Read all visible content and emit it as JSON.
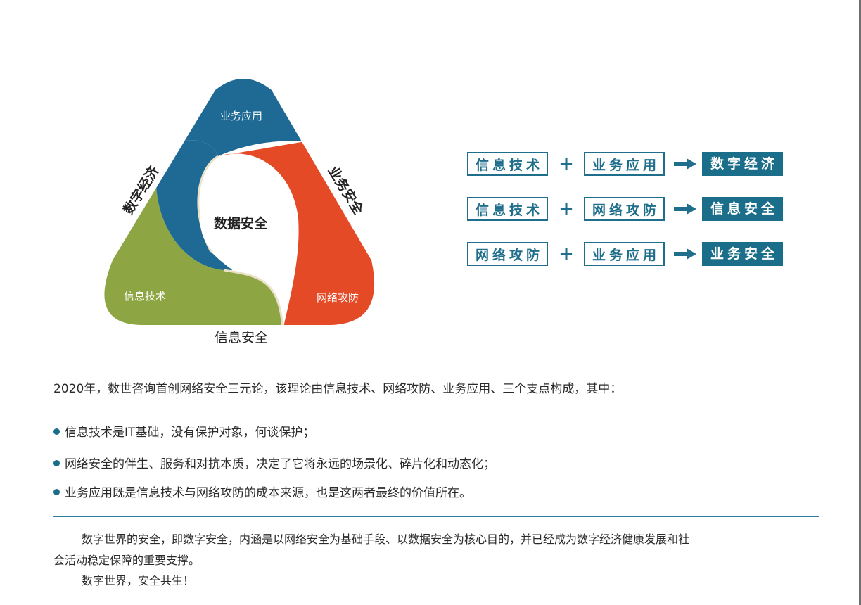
{
  "diagram": {
    "center_label": "数据安全",
    "petals": {
      "business": "业务应用",
      "information": "信息技术",
      "network": "网络攻防"
    },
    "edges": {
      "left": "数字经济",
      "right": "业务安全",
      "bottom": "信息安全"
    },
    "colors": {
      "business": "#1f6a94",
      "information": "#8ea543",
      "network": "#e54a27"
    }
  },
  "formulas": [
    {
      "a": "信息技术",
      "b": "业务应用",
      "result": "数字经济"
    },
    {
      "a": "信息技术",
      "b": "网络攻防",
      "result": "信息安全"
    },
    {
      "a": "网络攻防",
      "b": "业务应用",
      "result": "业务安全"
    }
  ],
  "operators": {
    "plus": "+"
  },
  "intro": "2020年，数世咨询首创网络安全三元论，该理论由信息技术、网络攻防、业务应用、三个支点构成，其中：",
  "bullets": [
    "信息技术是IT基础，没有保护对象，何谈保护；",
    "网络安全的伴生、服务和对抗本质，决定了它将永远的场景化、碎片化和动态化；",
    "业务应用既是信息技术与网络攻防的成本来源，也是这两者最终的价值所在。"
  ],
  "paragraphs": [
    "数字世界的安全，即数字安全，内涵是以网络安全为基础手段、以数据安全为核心目的，并已经成为数字经济健康发展和社",
    "会活动稳定保障的重要支撑。",
    "数字世界，安全共生！"
  ]
}
